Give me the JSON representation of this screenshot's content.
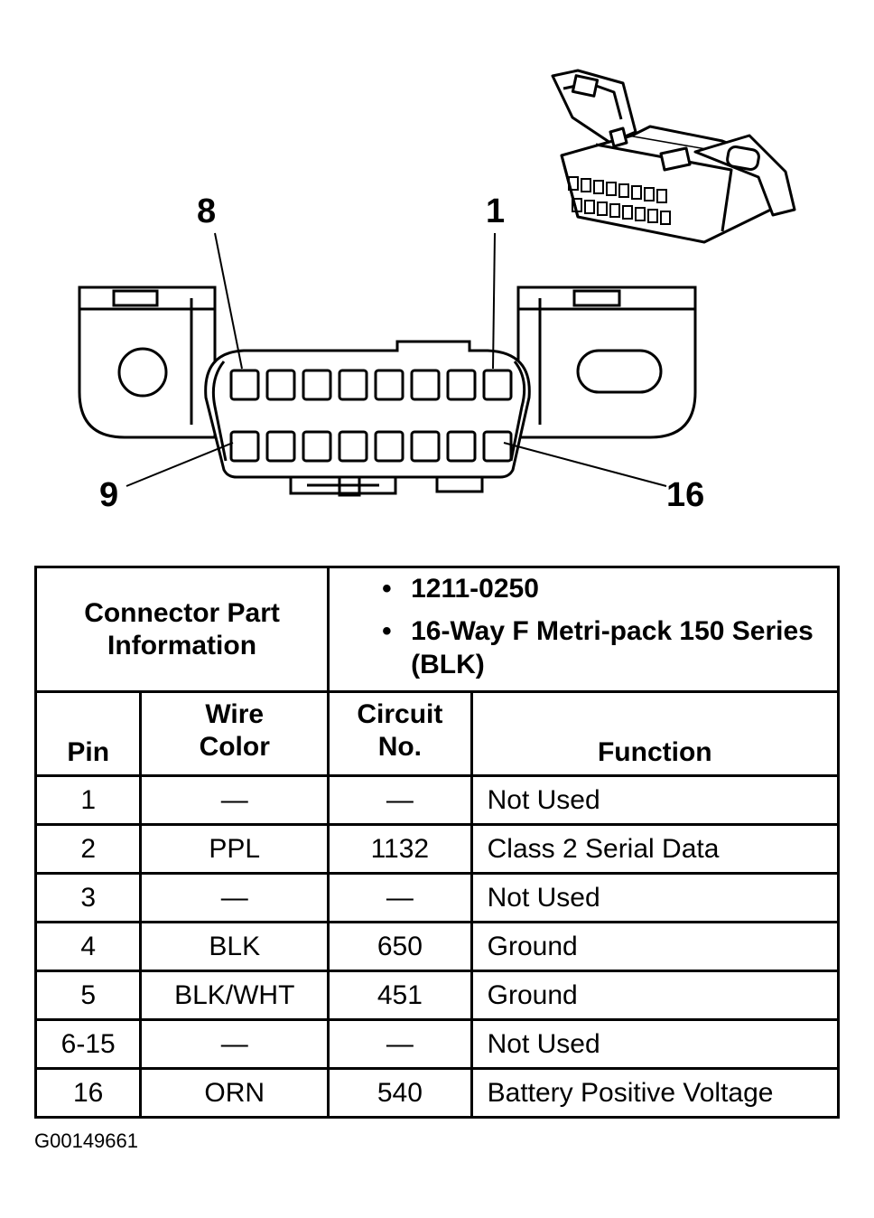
{
  "diagram": {
    "pin_labels": [
      "8",
      "1",
      "9",
      "16"
    ]
  },
  "connector_info": {
    "label": "Connector Part Information",
    "items": [
      "1211-0250",
      "16-Way F Metri-pack 150 Series (BLK)"
    ]
  },
  "table": {
    "headers": {
      "pin": "Pin",
      "wire": "Wire Color",
      "circuit": "Circuit No.",
      "function": "Function"
    },
    "rows": [
      {
        "pin": "1",
        "wire": "—",
        "circuit": "—",
        "function": "Not Used"
      },
      {
        "pin": "2",
        "wire": "PPL",
        "circuit": "1132",
        "function": "Class 2 Serial Data"
      },
      {
        "pin": "3",
        "wire": "—",
        "circuit": "—",
        "function": "Not Used"
      },
      {
        "pin": "4",
        "wire": "BLK",
        "circuit": "650",
        "function": "Ground"
      },
      {
        "pin": "5",
        "wire": "BLK/WHT",
        "circuit": "451",
        "function": "Ground"
      },
      {
        "pin": "6-15",
        "wire": "—",
        "circuit": "—",
        "function": "Not Used"
      },
      {
        "pin": "16",
        "wire": "ORN",
        "circuit": "540",
        "function": "Battery Positive Voltage"
      }
    ]
  },
  "figure_id": "G00149661"
}
